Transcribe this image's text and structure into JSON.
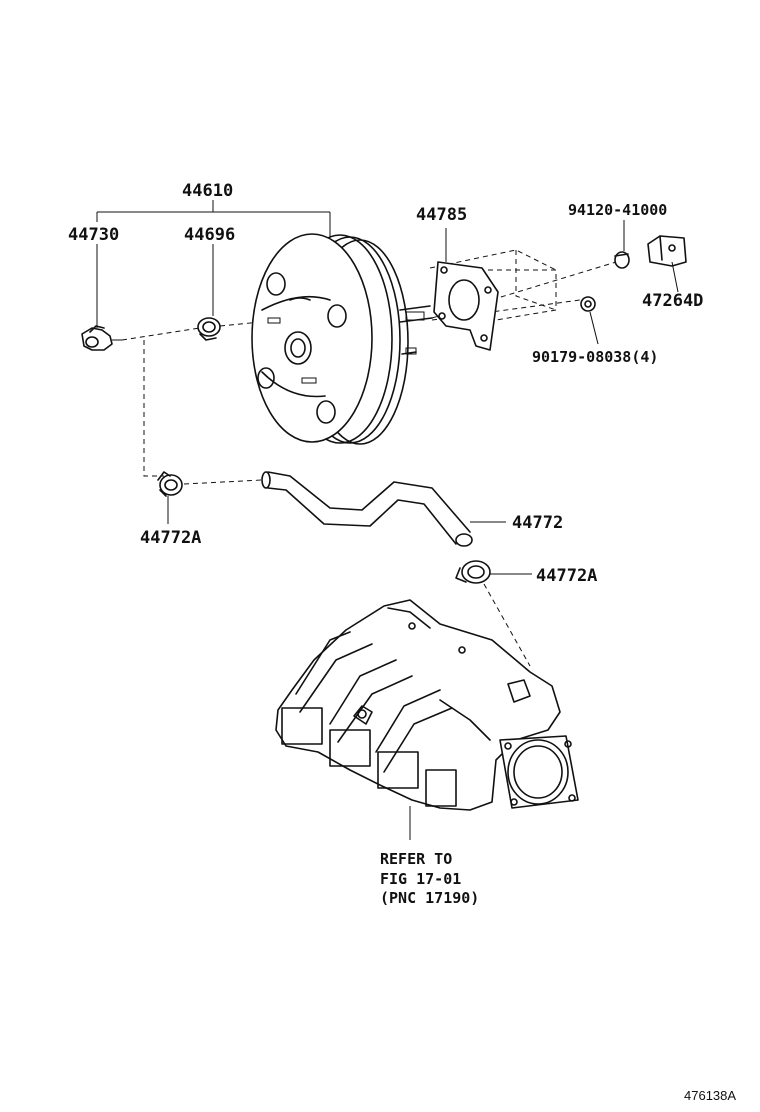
{
  "labels": {
    "booster_assy": "44610",
    "check_valve": "44730",
    "grommet": "44696",
    "gasket": "44785",
    "nut_a": "94120-41000",
    "bracket": "47264D",
    "nut_b": "90179-08038(4)",
    "clamp_left": "44772A",
    "hose": "44772",
    "clamp_right": "44772A",
    "refer_line1": "REFER TO",
    "refer_line2": "FIG 17-01",
    "refer_line3": "(PNC 17190)",
    "figure_id": "476138A"
  },
  "icons": {
    "booster": "brake-booster-icon",
    "manifold": "intake-manifold-icon",
    "hose": "vacuum-hose-icon"
  }
}
